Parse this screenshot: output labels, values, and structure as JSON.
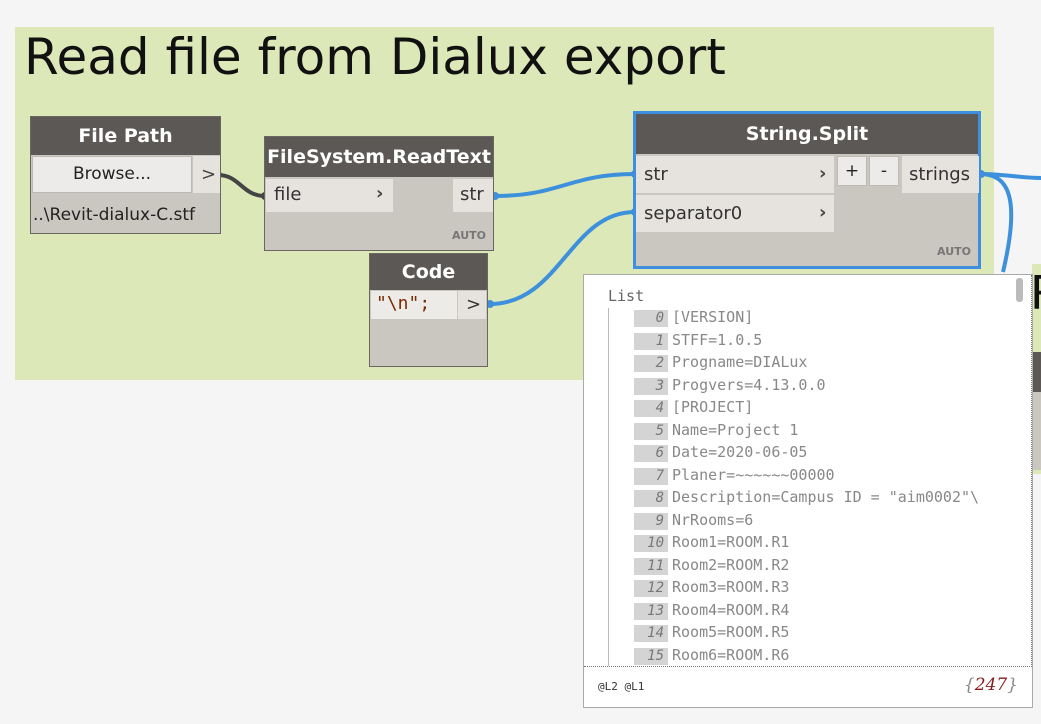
{
  "group": {
    "title": "Read file from Dialux export",
    "title2_partial": "R"
  },
  "file_path_node": {
    "title": "File Path",
    "browse_label": "Browse...",
    "output_arrow": ">",
    "path_value": "..\\Revit-dialux-C.stf"
  },
  "readtext_node": {
    "title": "FileSystem.ReadText",
    "input_label": "file",
    "output_label": "str",
    "lacing": "AUTO"
  },
  "code_block_node": {
    "title": "Code Block",
    "code": "\"\\n\";",
    "output_arrow": ">"
  },
  "split_node": {
    "title": "String.Split",
    "input_1": "str",
    "input_2": "separator0",
    "add_button": "+",
    "remove_button": "-",
    "output_label": "strings",
    "lacing": "AUTO"
  },
  "preview": {
    "list_title": "List",
    "items": [
      {
        "index": "0",
        "value": "[VERSION]"
      },
      {
        "index": "1",
        "value": "STFF=1.0.5"
      },
      {
        "index": "2",
        "value": "Progname=DIALux"
      },
      {
        "index": "3",
        "value": "Progvers=4.13.0.0"
      },
      {
        "index": "4",
        "value": "[PROJECT]"
      },
      {
        "index": "5",
        "value": "Name=Project 1"
      },
      {
        "index": "6",
        "value": "Date=2020-06-05"
      },
      {
        "index": "7",
        "value": "Planer=~~~~~~00000"
      },
      {
        "index": "8",
        "value": "Description=Campus ID = \"aim0002\"\\"
      },
      {
        "index": "9",
        "value": "NrRooms=6"
      },
      {
        "index": "10",
        "value": "Room1=ROOM.R1"
      },
      {
        "index": "11",
        "value": "Room2=ROOM.R2"
      },
      {
        "index": "12",
        "value": "Room3=ROOM.R3"
      },
      {
        "index": "13",
        "value": "Room4=ROOM.R4"
      },
      {
        "index": "14",
        "value": "Room5=ROOM.R5"
      },
      {
        "index": "15",
        "value": "Room6=ROOM.R6"
      }
    ],
    "levels": "@L2 @L1",
    "count_open": "{",
    "count": "247",
    "count_close": "}"
  }
}
